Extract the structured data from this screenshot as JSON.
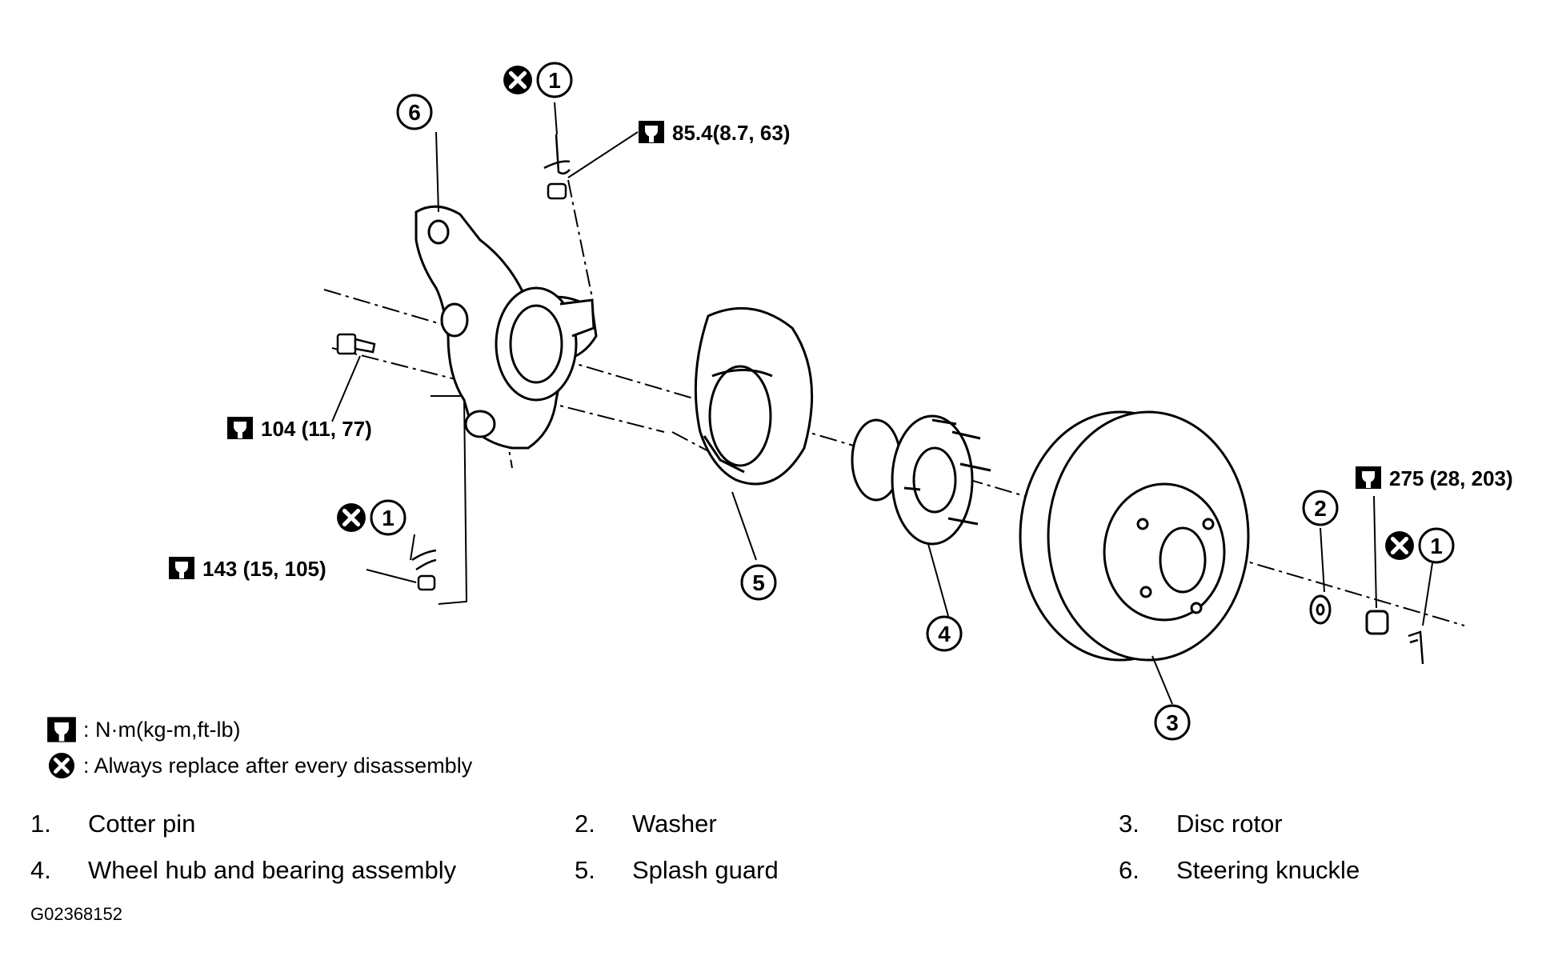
{
  "torque_labels": [
    {
      "id": "nut-top",
      "text": "85.4(8.7, 63)"
    },
    {
      "id": "bolt-left",
      "text": "104 (11, 77)"
    },
    {
      "id": "nut-lower",
      "text": "143 (15, 105)"
    },
    {
      "id": "hub-nut",
      "text": "275 (28, 203)"
    }
  ],
  "callouts": [
    "1",
    "2",
    "3",
    "4",
    "5",
    "6"
  ],
  "legend": {
    "torque_unit": ": N·m(kg-m,ft-lb)",
    "replace_note": ": Always replace after every disassembly"
  },
  "parts": [
    {
      "num": "1.",
      "name": "Cotter pin"
    },
    {
      "num": "2.",
      "name": "Washer"
    },
    {
      "num": "3.",
      "name": "Disc rotor"
    },
    {
      "num": "4.",
      "name": "Wheel hub and bearing assembly"
    },
    {
      "num": "5.",
      "name": "Splash guard"
    },
    {
      "num": "6.",
      "name": "Steering knuckle"
    }
  ],
  "figure_id": "G02368152",
  "icons": {
    "torque": "torque-wrench-icon",
    "replace": "always-replace-icon"
  }
}
